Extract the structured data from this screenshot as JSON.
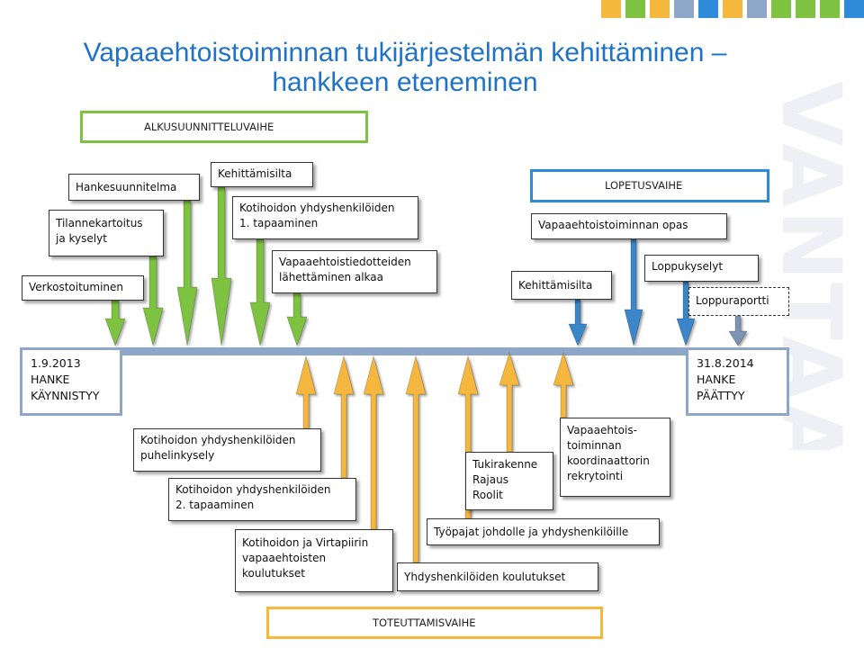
{
  "title": {
    "line1": "Vapaaehtoistoiminnan tukijärjestelmän kehittäminen –",
    "line2": "hankkeen eteneminen"
  },
  "watermark": "VANTAA",
  "decor_colors": [
    "#f5b73c",
    "#7ec242",
    "#8ea7c8",
    "#2e8bd7"
  ],
  "phases": {
    "start": "ALKUSUUNNITTELUVAIHE",
    "end": "LOPETUSVAIHE",
    "execution": "TOTEUTTAMISVAIHE"
  },
  "timeline": {
    "start": [
      "1.9.2013",
      "HANKE",
      "KÄYNNISTYY"
    ],
    "end": [
      "31.8.2014",
      "HANKE",
      "PÄÄTTYY"
    ]
  },
  "planning_items": [
    [
      "Verkostoituminen"
    ],
    [
      "Tilannekartoitus",
      "ja kyselyt"
    ],
    [
      "Hankesuunnitelma"
    ],
    [
      "Kehittämisilta"
    ],
    [
      "Kotihoidon yhdyshenkilöiden",
      "1. tapaaminen"
    ],
    [
      "Vapaaehtoistiedotteiden",
      "lähettäminen alkaa"
    ]
  ],
  "closing_items": [
    [
      "Kehittämisilta"
    ],
    [
      "Vapaaehtoistoiminnan opas"
    ],
    [
      "Loppukyselyt"
    ],
    [
      "Loppuraportti"
    ]
  ],
  "execution_items": [
    [
      "Kotihoidon yhdyshenkilöiden",
      "puhelinkysely"
    ],
    [
      "Kotihoidon yhdyshenkilöiden",
      "2. tapaaminen"
    ],
    [
      "Kotihoidon ja Virtapiirin",
      "vapaaehtoisten",
      "koulutukset"
    ],
    [
      "Yhdyshenkilöiden koulutukset"
    ],
    [
      "Työpajat johdolle ja yhdyshenkilöille"
    ],
    [
      "Tukirakenne",
      "Rajaus",
      "Roolit"
    ],
    [
      "Vapaaehtois-",
      "toiminnan",
      "koordinaattorin",
      "rekrytointi"
    ]
  ],
  "colors": {
    "title": "#1f73c7",
    "planning_arrow": "#7ec242",
    "closing_arrow": "#3a86c8",
    "final_arrow": "#7c93b3",
    "execution_arrow": "#f5b73c",
    "timeline": "#8ea7c8"
  }
}
